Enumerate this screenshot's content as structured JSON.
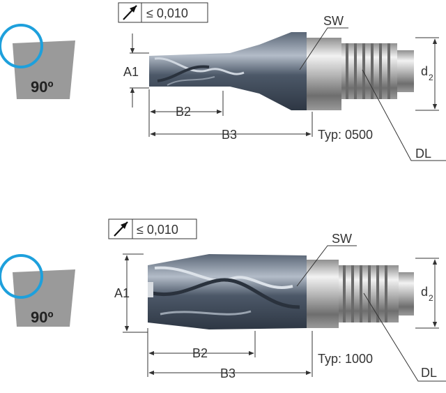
{
  "diagrams": [
    {
      "tolerance": "≤ 0,010",
      "angle": "90º",
      "labels": {
        "a1": "A1",
        "b2": "B2",
        "b3": "B3",
        "sw": "SW",
        "d2": "d",
        "d2_sub": "2",
        "dl": "DL",
        "type": "Typ: 0500"
      }
    },
    {
      "tolerance": "≤ 0,010",
      "angle": "90º",
      "labels": {
        "a1": "A1",
        "b2": "B2",
        "b3": "B3",
        "sw": "SW",
        "d2": "d",
        "d2_sub": "2",
        "dl": "DL",
        "type": "Typ: 1000"
      }
    }
  ],
  "colors": {
    "circle": "#1ea0dc",
    "corner_fill": "#9a9a9a",
    "tool_dark": "#3e4a5a",
    "shank_light": "#cfcfcf"
  }
}
